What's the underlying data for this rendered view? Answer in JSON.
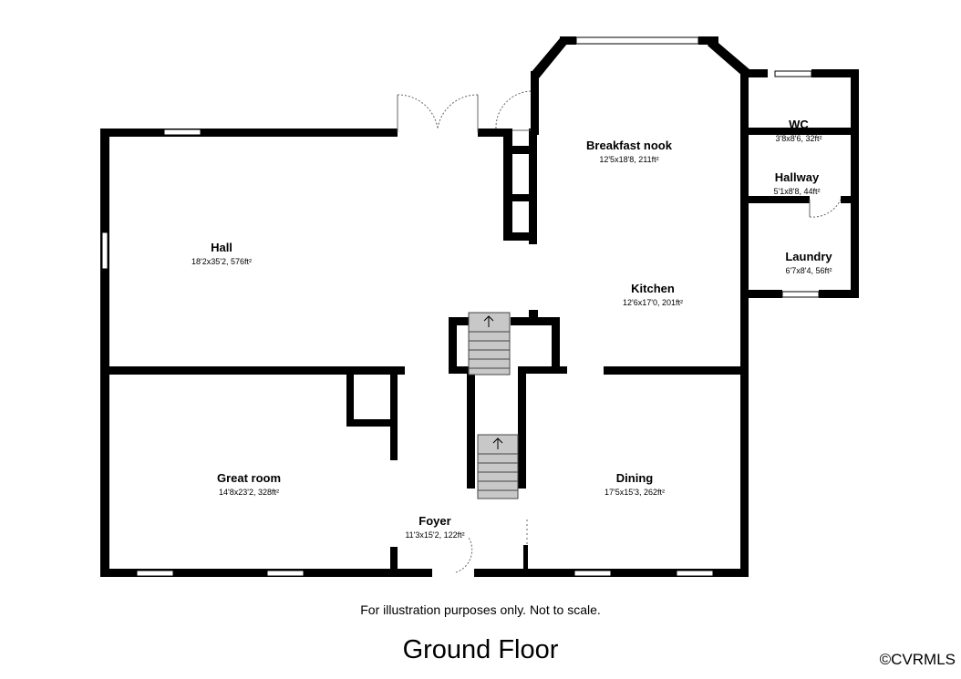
{
  "plan": {
    "rooms": [
      {
        "key": "hall",
        "name": "Hall",
        "dims": "18'2x35'2, 576ft²"
      },
      {
        "key": "breakfast",
        "name": "Breakfast nook",
        "dims": "12'5x18'8, 211ft²"
      },
      {
        "key": "wc",
        "name": "WC",
        "dims": "3'8x8'6, 32ft²"
      },
      {
        "key": "hallway",
        "name": "Hallway",
        "dims": "5'1x8'8, 44ft²"
      },
      {
        "key": "laundry",
        "name": "Laundry",
        "dims": "6'7x8'4, 56ft²"
      },
      {
        "key": "kitchen",
        "name": "Kitchen",
        "dims": "12'6x17'0, 201ft²"
      },
      {
        "key": "great",
        "name": "Great room",
        "dims": "14'8x23'2, 328ft²"
      },
      {
        "key": "dining",
        "name": "Dining",
        "dims": "17'5x15'3, 262ft²"
      },
      {
        "key": "foyer",
        "name": "Foyer",
        "dims": "11'3x15'2, 122ft²"
      }
    ]
  },
  "footer": {
    "disclaimer": "For illustration purposes only. Not to scale.",
    "floor_title": "Ground Floor",
    "copyright": "©CVRMLS"
  },
  "colors": {
    "wall": "#000000",
    "window": "#ffffff",
    "stairs": "#c8c8c8",
    "door_arc": "#555555"
  }
}
